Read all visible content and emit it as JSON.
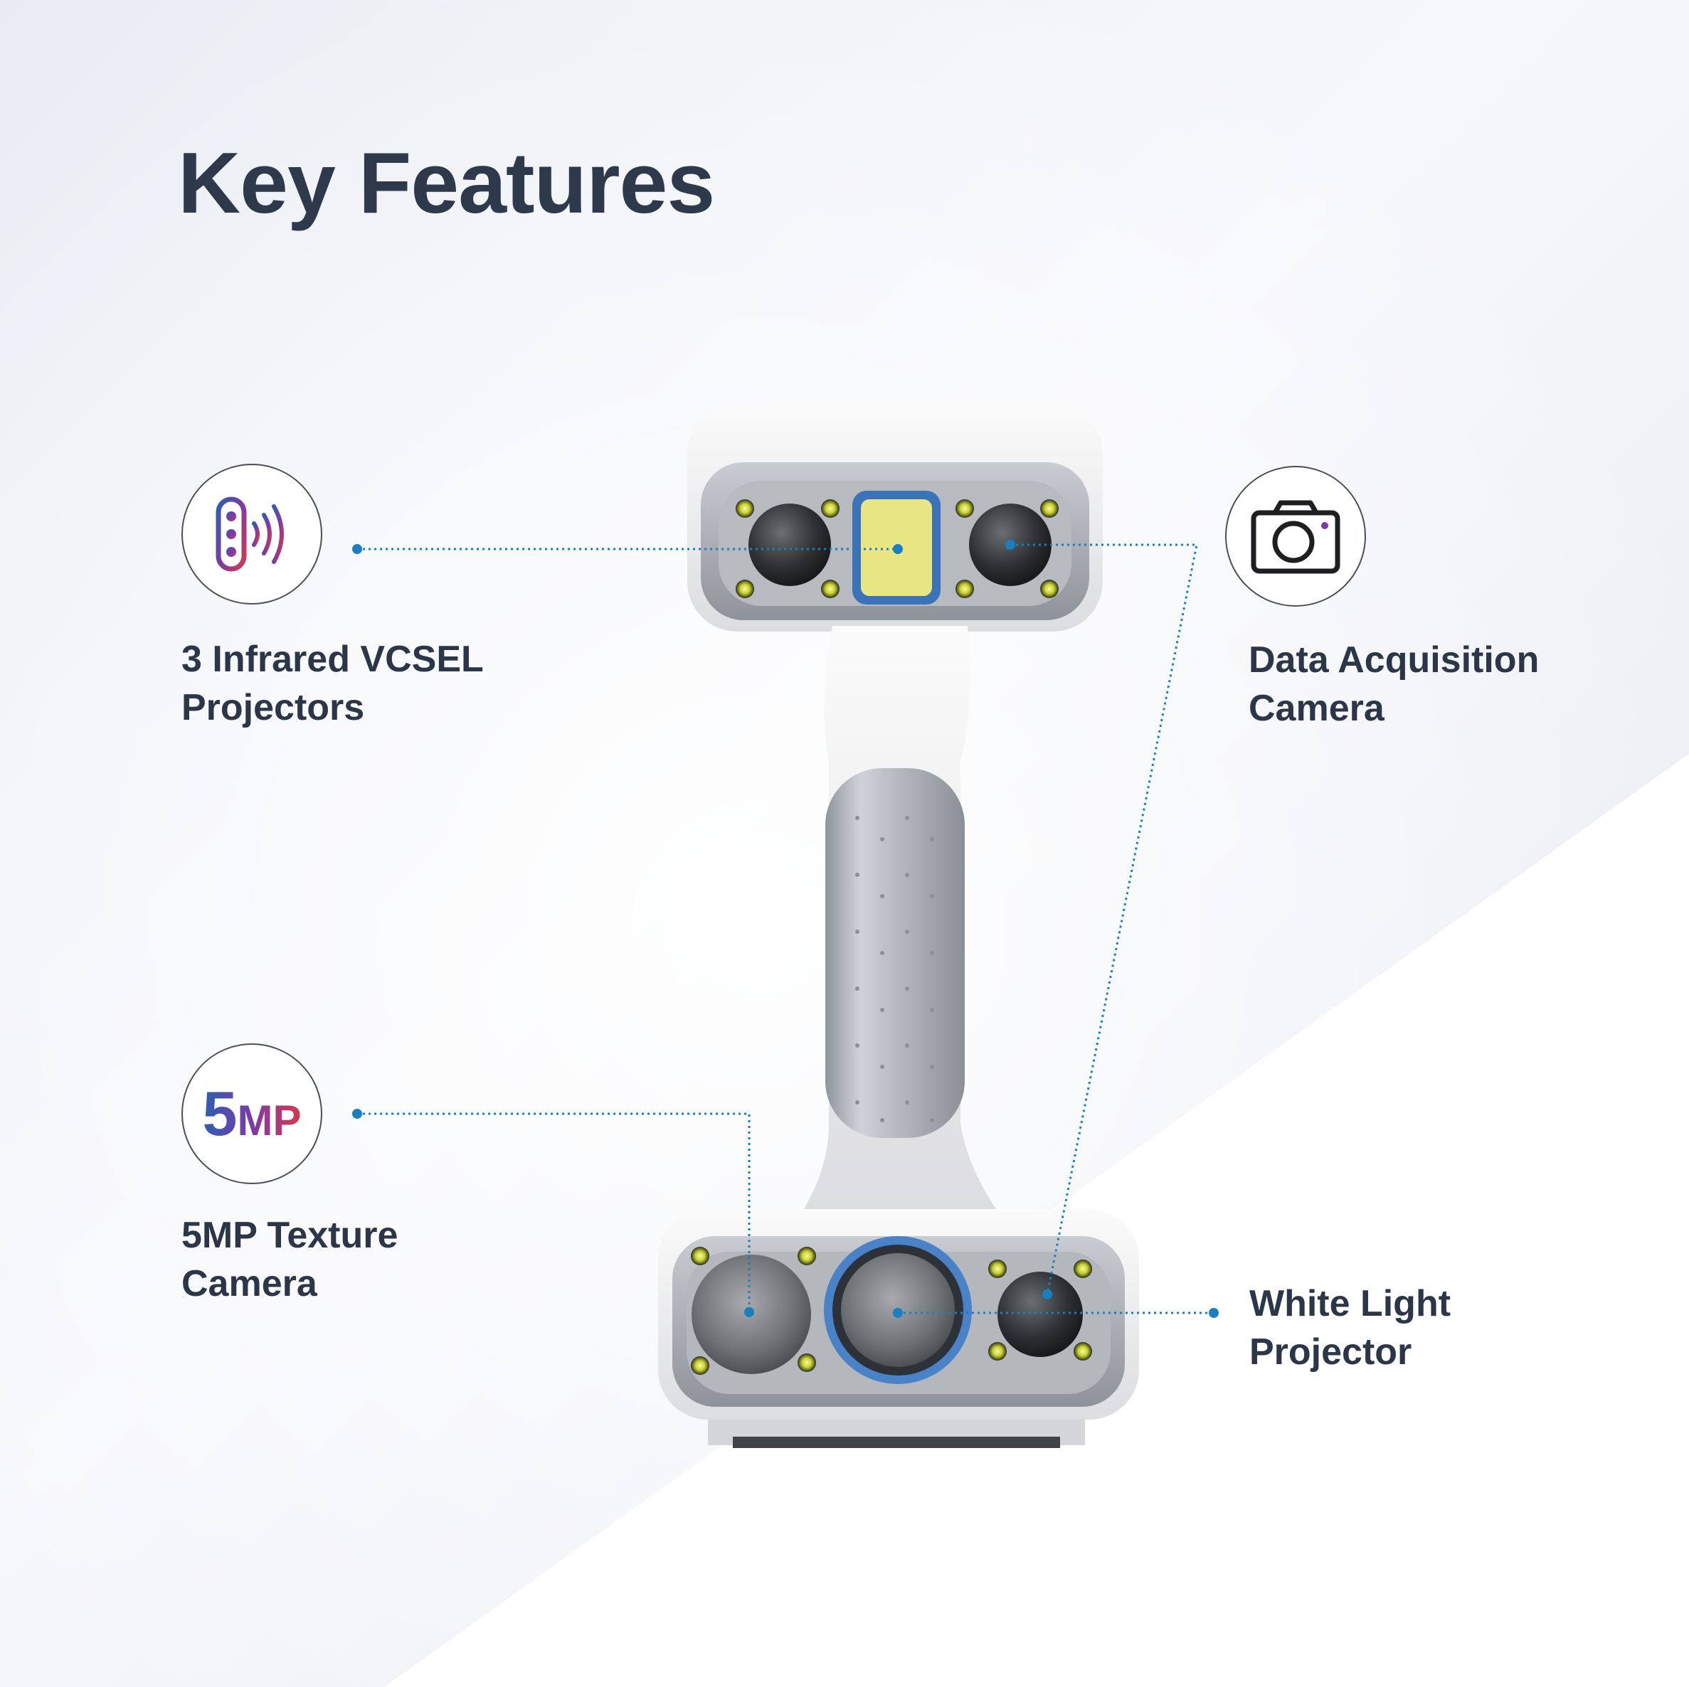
{
  "title": "Key Features",
  "features": [
    {
      "id": "vcsel",
      "line1": "3 Infrared VCSEL",
      "line2": "Projectors",
      "icon": "infrared-projector-icon"
    },
    {
      "id": "camera",
      "line1": "Data Acquisition",
      "line2": "Camera",
      "icon": "camera-icon"
    },
    {
      "id": "texture",
      "line1": "5MP Texture",
      "line2": "Camera",
      "icon": "5mp-badge-icon",
      "badge_big": "5",
      "badge_small": "MP"
    },
    {
      "id": "whitelight",
      "line1": "White Light",
      "line2": "Projector"
    }
  ],
  "colors": {
    "heading": "#2e3a4b",
    "callout": "#1a7fc0",
    "badge_gradient": [
      "#2d5fb0",
      "#7b3aa8",
      "#d33a4c"
    ]
  }
}
